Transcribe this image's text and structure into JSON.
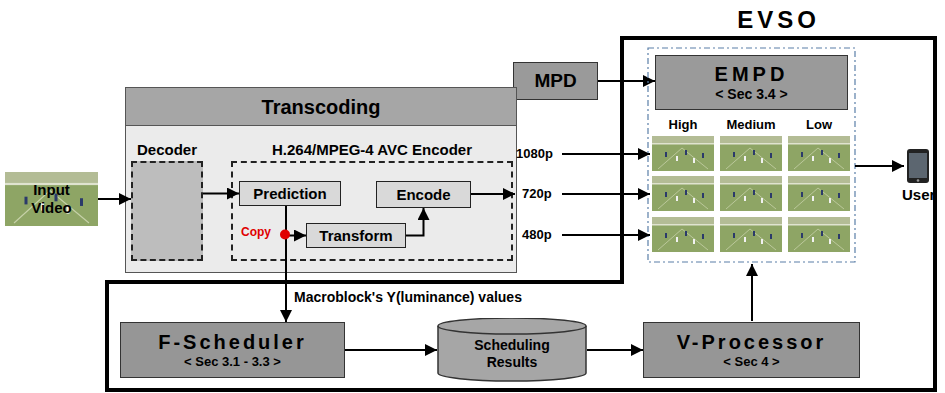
{
  "diagram": {
    "nodes": [
      {
        "text": [
          "EVSO"
        ]
      },
      {
        "text": [
          "MPD"
        ]
      },
      {
        "text": [
          "EMPD",
          "< Sec 3.4 >"
        ],
        "in": 0
      },
      {
        "text": [
          "Transcoding"
        ]
      },
      {
        "text": [
          "Input Video"
        ]
      },
      {
        "text": [
          "Decoder"
        ],
        "in": 3
      },
      {
        "text": [
          "H.264/MPEG-4 AVC Encoder"
        ],
        "in": 3
      },
      {
        "text": [
          "Prediction"
        ],
        "in": 6
      },
      {
        "text": [
          "Encode"
        ],
        "in": 6
      },
      {
        "text": [
          "Transform"
        ],
        "in": 6
      },
      {
        "text": [
          "F-Scheduler",
          "< Sec 3.1 - 3.3 >"
        ],
        "in": 0
      },
      {
        "text": [
          "Scheduling Results"
        ],
        "in": 0
      },
      {
        "text": [
          "V-Processor",
          "< Sec 4 >"
        ],
        "in": 0
      }
    ],
    "edges": [
      {
        "from": 4,
        "to": 5,
        "arrow": "to"
      },
      {
        "from": 5,
        "to": 7,
        "arrow": "to"
      },
      {
        "from": 7,
        "to": 9,
        "arrow": "to"
      },
      {
        "from": 7,
        "to": 10,
        "label": "Macroblock's Y(luminance) values",
        "arrow": "to"
      },
      {
        "from": 9,
        "to": 8,
        "arrow": "to"
      },
      {
        "from": 10,
        "to": 11,
        "arrow": "to"
      },
      {
        "from": 11,
        "to": 12,
        "arrow": "to"
      },
      {
        "from": 1,
        "to": 2,
        "arrow": "to"
      }
    ],
    "labels": [
      "Copy",
      "1080p",
      "720p",
      "480p",
      "High",
      "Medium",
      "Low",
      "User"
    ]
  }
}
